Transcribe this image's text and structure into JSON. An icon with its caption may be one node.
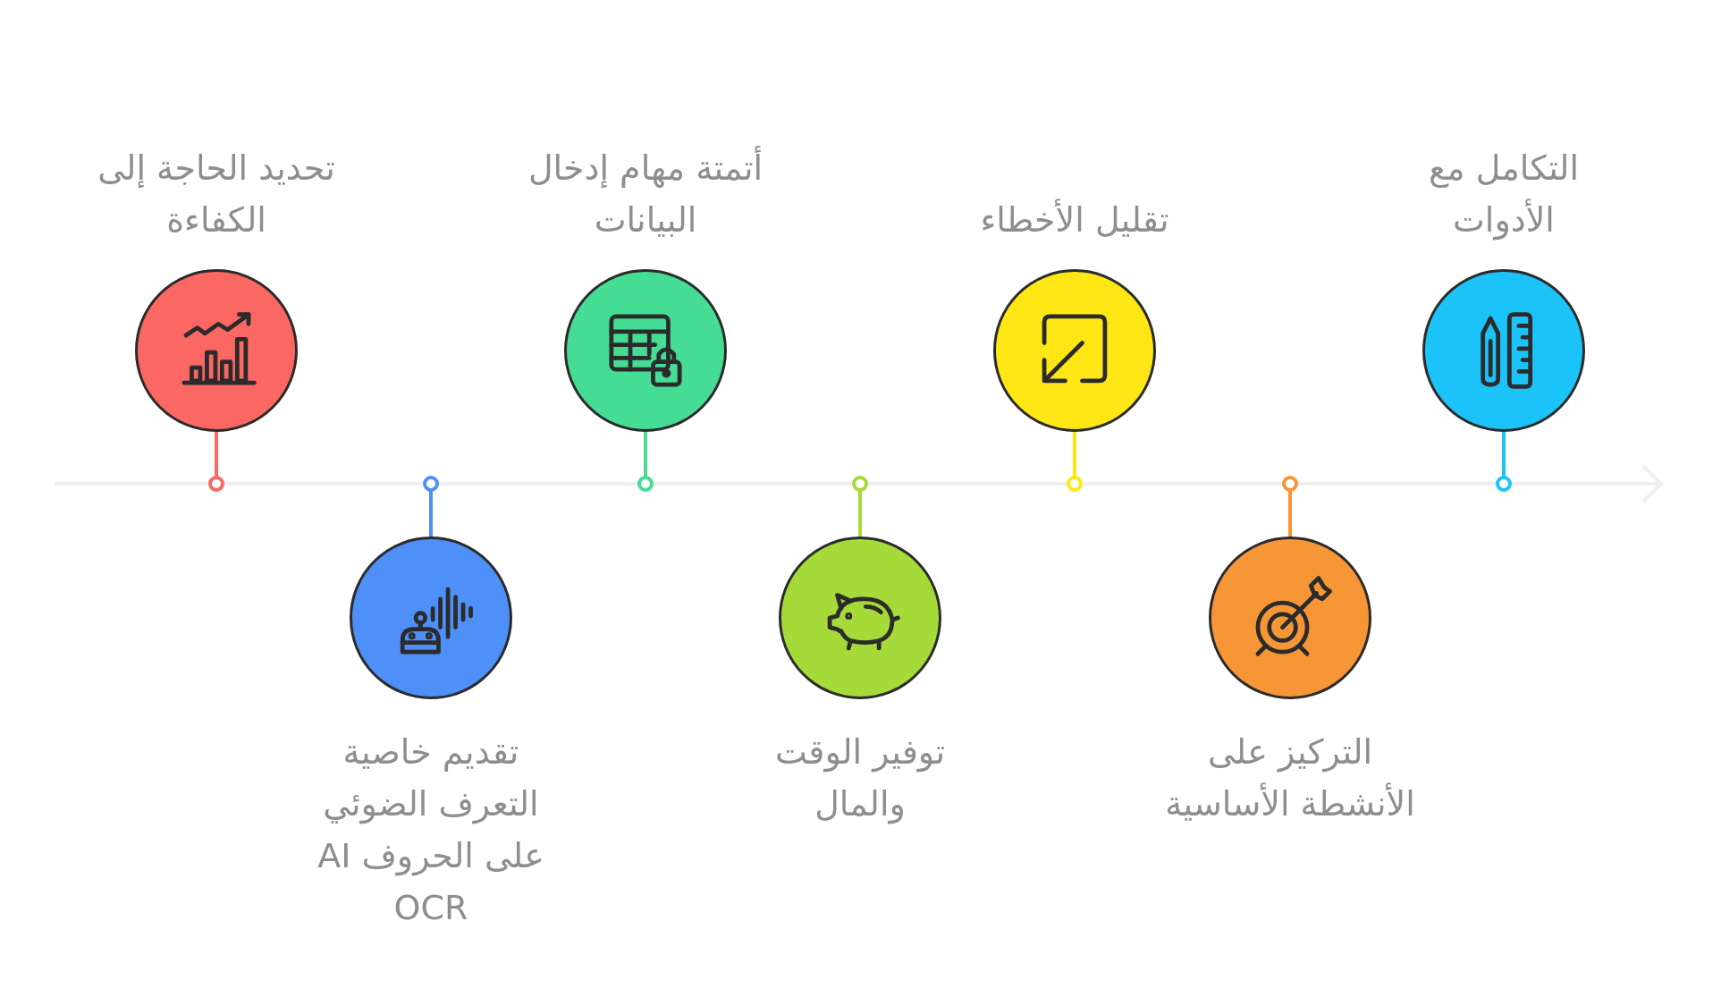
{
  "diagram": {
    "nodes": [
      {
        "text": [
          "تحديد الحاجة إلى الكفاءة"
        ]
      },
      {
        "text": [
          "تقديم خاصية التعرف الضوئي على الحروف AI OCR"
        ]
      },
      {
        "text": [
          "أتمتة مهام إدخال البيانات"
        ]
      },
      {
        "text": [
          "توفير الوقت والمال"
        ]
      },
      {
        "text": [
          "تقليل الأخطاء"
        ]
      },
      {
        "text": [
          "التركيز على الأنشطة الأساسية"
        ]
      },
      {
        "text": [
          "التكامل مع الأدوات"
        ]
      }
    ]
  }
}
